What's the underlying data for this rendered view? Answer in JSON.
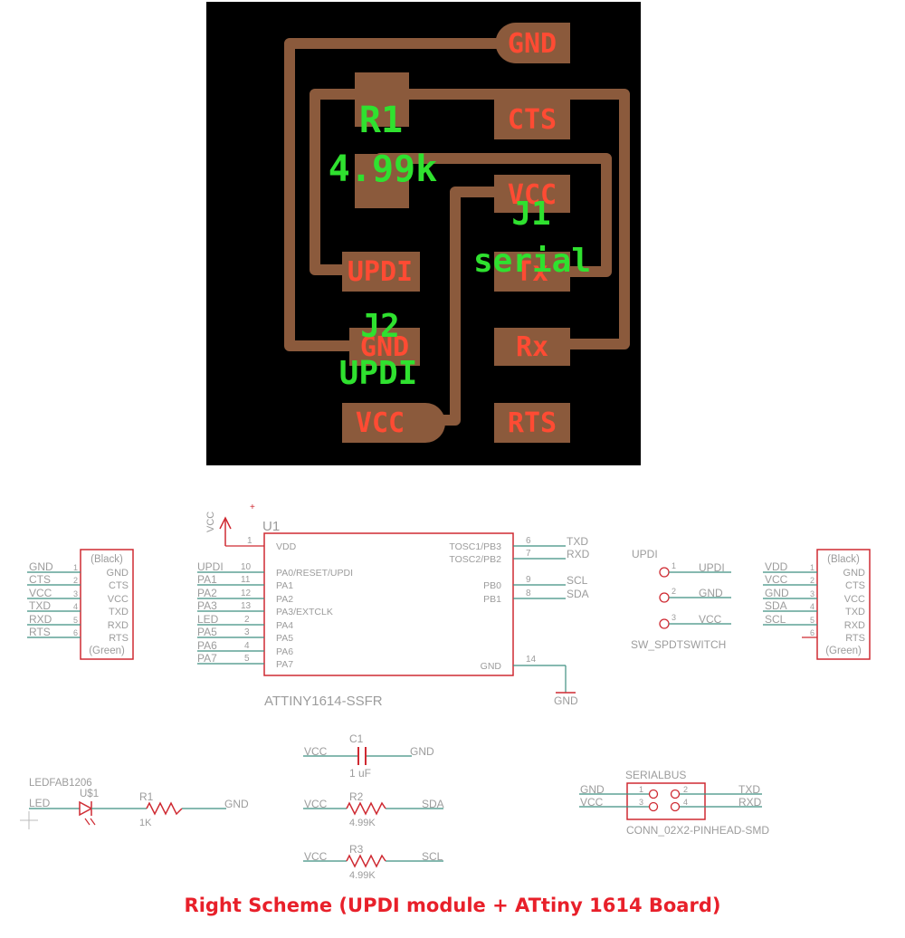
{
  "colors": {
    "board_bg": "#000000",
    "copper": "#8b5a3c",
    "pad_label": "#ff4b33",
    "silk": "#2fe12f",
    "schematic_part": "#cf2a32",
    "schematic_wire": "#3f8f80",
    "schematic_text": "#9c9c9c",
    "caption": "#e8202a"
  },
  "pcb": {
    "pads": {
      "gnd_top": "GND",
      "cts": "CTS",
      "vcc_right": "VCC",
      "tx": "Tx",
      "rx": "Rx",
      "rts": "RTS",
      "updi": "UPDI",
      "gnd_left": "GND",
      "vcc_bottom": "VCC"
    },
    "silk": {
      "r1_ref": "R1",
      "r1_value": "4.99k",
      "j1_ref": "J1",
      "j1_value": "serial",
      "j2_ref": "J2",
      "j2_value": "UPDI"
    }
  },
  "schematic": {
    "u1": {
      "name": "U1",
      "value": "ATTINY1614-SSFR",
      "left_pins": [
        {
          "num": "1",
          "label": "VDD",
          "net": ""
        },
        {
          "num": "10",
          "label": "PA0/RESET/UPDI",
          "net": "UPDI"
        },
        {
          "num": "11",
          "label": "PA1",
          "net": "PA1"
        },
        {
          "num": "12",
          "label": "PA2",
          "net": "PA2"
        },
        {
          "num": "13",
          "label": "PA3/EXTCLK",
          "net": "PA3"
        },
        {
          "num": "2",
          "label": "PA4",
          "net": "LED"
        },
        {
          "num": "3",
          "label": "PA5",
          "net": "PA5"
        },
        {
          "num": "4",
          "label": "PA6",
          "net": "PA6"
        },
        {
          "num": "5",
          "label": "PA7",
          "net": "PA7"
        }
      ],
      "right_pins": [
        {
          "num": "6",
          "label": "TOSC1/PB3",
          "net": "TXD"
        },
        {
          "num": "7",
          "label": "TOSC2/PB2",
          "net": "RXD"
        },
        {
          "num": "9",
          "label": "PB0",
          "net": "SCL"
        },
        {
          "num": "8",
          "label": "PB1",
          "net": "SDA"
        },
        {
          "num": "14",
          "label": "GND",
          "net": "GND"
        }
      ],
      "vcc_symbol": "VCC",
      "plus": "+"
    },
    "header_left": {
      "top_label": "(Black)",
      "bottom_label": "(Green)",
      "rows": [
        {
          "net": "GND",
          "num": "1",
          "pin": "GND"
        },
        {
          "net": "CTS",
          "num": "2",
          "pin": "CTS"
        },
        {
          "net": "VCC",
          "num": "3",
          "pin": "VCC"
        },
        {
          "net": "TXD",
          "num": "4",
          "pin": "TXD"
        },
        {
          "net": "RXD",
          "num": "5",
          "pin": "RXD"
        },
        {
          "net": "RTS",
          "num": "6",
          "pin": "RTS"
        }
      ]
    },
    "header_right": {
      "top_label": "(Black)",
      "bottom_label": "(Green)",
      "rows": [
        {
          "net": "VDD",
          "num": "1",
          "pin": "GND"
        },
        {
          "net": "VCC",
          "num": "2",
          "pin": "CTS"
        },
        {
          "net": "GND",
          "num": "3",
          "pin": "VCC"
        },
        {
          "net": "SDA",
          "num": "4",
          "pin": "TXD"
        },
        {
          "net": "SCL",
          "num": "5",
          "pin": "RXD"
        },
        {
          "net": "",
          "num": "6",
          "pin": "RTS"
        }
      ]
    },
    "switch": {
      "name": "UPDI",
      "value": "SW_SPDTSWITCH",
      "pins": [
        {
          "num": "1",
          "net": "UPDI"
        },
        {
          "num": "2",
          "net": "GND"
        },
        {
          "num": "3",
          "net": "VCC"
        }
      ]
    },
    "c1": {
      "name": "C1",
      "value": "1 uF",
      "net_left": "VCC",
      "net_right": "GND"
    },
    "r2": {
      "name": "R2",
      "value": "4.99K",
      "net_left": "VCC",
      "net_right": "SDA"
    },
    "r3": {
      "name": "R3",
      "value": "4.99K",
      "net_left": "VCC",
      "net_right": "SCL"
    },
    "led": {
      "name": "LEDFAB1206",
      "ref": "U$1",
      "net": "LED"
    },
    "r1": {
      "name": "R1",
      "value": "1K",
      "net_right": "GND"
    },
    "serialbus": {
      "name": "SERIALBUS",
      "value": "CONN_02X2-PINHEAD-SMD",
      "left_nets": [
        "GND",
        "VCC"
      ],
      "right_nets": [
        "TXD",
        "RXD"
      ],
      "pin_nums": [
        "1",
        "2",
        "3",
        "4"
      ]
    }
  },
  "caption": "Right Scheme (UPDI module + ATtiny 1614 Board)"
}
